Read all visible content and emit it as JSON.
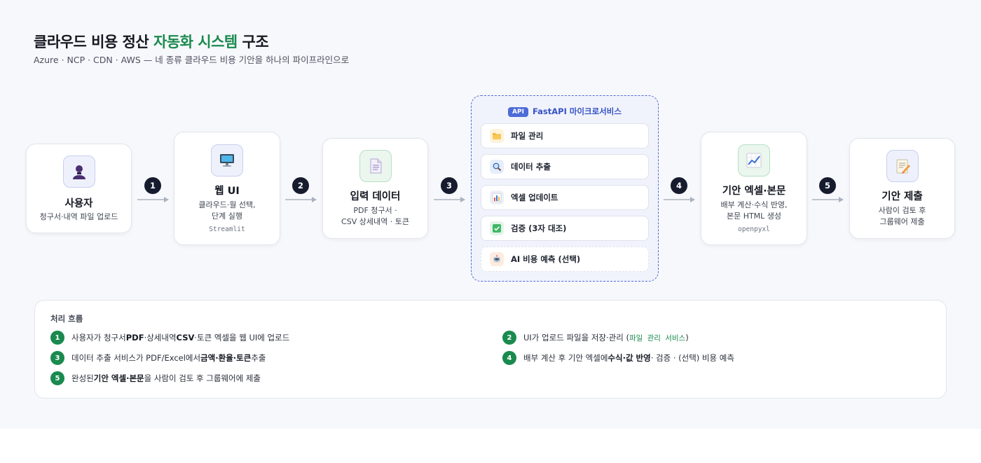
{
  "header": {
    "title_main": "클라우드 비용 정산 ",
    "title_accent": "자동화 시스템",
    "title_tail": " 구조",
    "subtitle": "Azure · NCP · CDN · AWS — 네 종류 클라우드 비용 기안을 하나의 파이프라인으로"
  },
  "colors": {
    "accent_green": "#1a8a4e",
    "api_blue": "#4d6bd8",
    "badge_dark": "#161b2e"
  },
  "nodes": [
    {
      "icon": "user-icon",
      "title": "사용자",
      "desc": "청구서·내역 파일 업로드",
      "tech": ""
    },
    {
      "icon": "monitor-icon",
      "title": "웹 UI",
      "desc_line1": "클라우드·월 선택,",
      "desc_line2": "단계 실행",
      "tech": "Streamlit"
    },
    {
      "icon": "document-icon",
      "title": "입력 데이터",
      "desc_line1": "PDF 청구서 ·",
      "desc_line2": "CSV 상세내역 · 토큰",
      "tech": ""
    },
    {
      "icon": "chart-icon",
      "title": "기안 엑셀·본문",
      "desc_line1": "배부 계산·수식 반영,",
      "desc_line2": "본문 HTML 생성",
      "tech": "openpyxl"
    },
    {
      "icon": "memo-pencil-icon",
      "title": "기안 제출",
      "desc_line1": "사람이 검토 후",
      "desc_line2": "그룹웨어 제출",
      "tech": ""
    }
  ],
  "steps": [
    "1",
    "2",
    "3",
    "4",
    "5"
  ],
  "api": {
    "tag": "API",
    "title": "FastAPI 마이크로서비스",
    "services": [
      {
        "icon": "folder-icon",
        "label": "파일 관리"
      },
      {
        "icon": "magnifier-icon",
        "label": "데이터 추출"
      },
      {
        "icon": "bar-chart-icon",
        "label": "엑셀 업데이트"
      },
      {
        "icon": "checkmark-icon",
        "label": "검증 (3자 대조)"
      },
      {
        "icon": "robot-icon",
        "label": "AI 비용 예측 (선택)"
      }
    ]
  },
  "flow": {
    "title": "처리 흐름",
    "items": [
      {
        "num": "1",
        "p1": "사용자가 청구서 ",
        "b1": "PDF",
        "p2": "·상세내역 ",
        "b2": "CSV",
        "p3": "·토큰 엑셀을 웹 UI에 업로드"
      },
      {
        "num": "2",
        "p1": "UI가 업로드 파일을 저장·관리 (",
        "mono": "파일 관리 서비스",
        "p2": ")"
      },
      {
        "num": "3",
        "p1": "데이터 추출 서비스가 PDF/Excel에서 ",
        "b1": "금액·환율·토큰",
        "p2": " 추출"
      },
      {
        "num": "4",
        "p1": "배부 계산 후 기안 엑셀에 ",
        "b1": "수식·값 반영",
        "p2": " · 검증 · (선택) 비용 예측"
      },
      {
        "num": "5",
        "p1": "완성된 ",
        "b1": "기안 엑셀·본문",
        "p2": "을 사람이 검토 후 그룹웨어에 제출"
      }
    ]
  }
}
